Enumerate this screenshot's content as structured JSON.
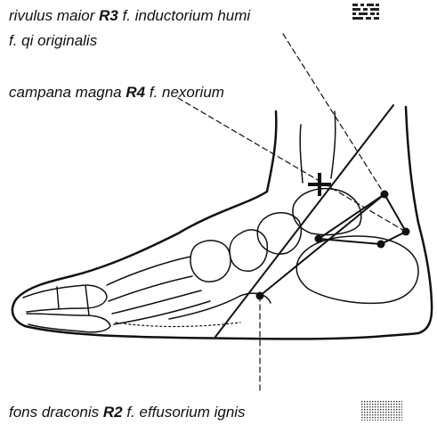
{
  "labels": {
    "r3_line1": {
      "name": "rivulus maior",
      "code": "R3",
      "rest": "f. inductorium humi"
    },
    "r3_line2": "f. qi originalis",
    "r4": {
      "name": "campana magna",
      "code": "R4",
      "rest": "f. nexorium"
    },
    "r2": {
      "name": "fons draconis",
      "code": "R2",
      "rest": "f. effusorium ignis"
    }
  },
  "colors": {
    "ink": "#111111",
    "paper": "#ffffff"
  },
  "icons": [
    "category-texture-icon",
    "agent-dotted-swatch-icon",
    "plus-marker-icon"
  ]
}
